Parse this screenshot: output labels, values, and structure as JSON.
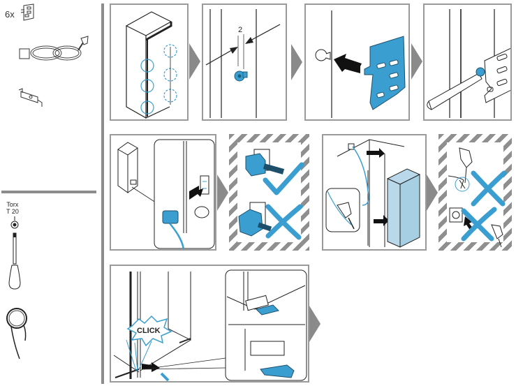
{
  "parts": {
    "bracket_quantity": "6x",
    "items": [
      "mounting-bracket",
      "power-cable",
      "door-clip"
    ]
  },
  "tools": {
    "screwdriver_label_line1": "Torx",
    "screwdriver_label_line2": "T 20",
    "items": [
      "torx-screwdriver",
      "cable-coil"
    ]
  },
  "steps": {
    "step2_dimension": "2",
    "step9_sound": "CLICK"
  },
  "colors": {
    "accent_blue": "#3a9fd0",
    "frame_gray": "#9a9a9a",
    "arrow_gray": "#8a8a8a"
  }
}
